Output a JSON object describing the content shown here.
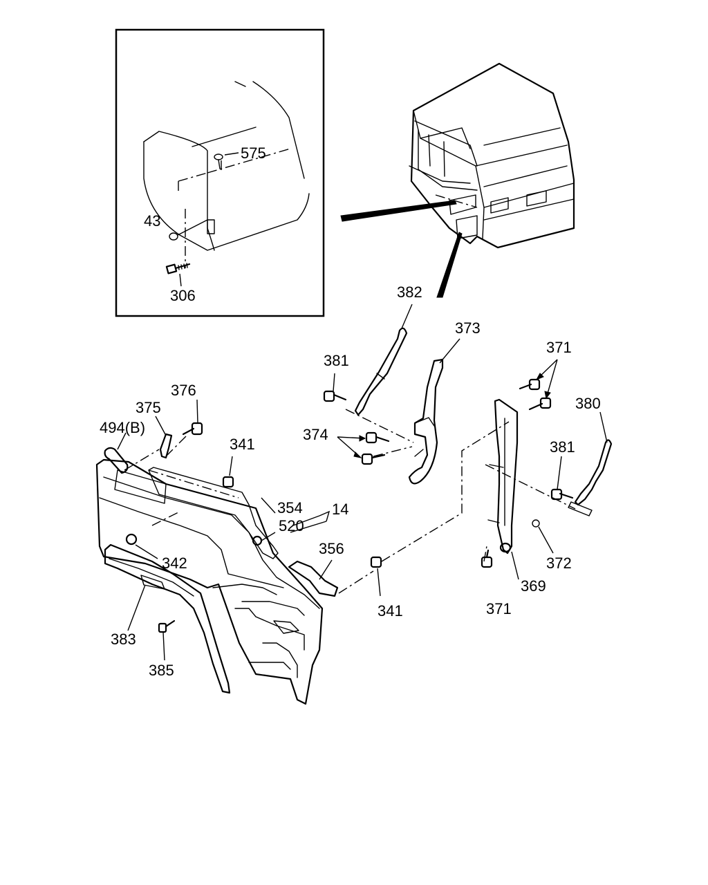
{
  "labels": {
    "l575": "575",
    "l43": "43",
    "l306": "306",
    "l382": "382",
    "l373": "373",
    "l381a": "381",
    "l371a": "371",
    "l380": "380",
    "l374": "374",
    "l376": "376",
    "l375": "375",
    "l494": "494(B)",
    "l341a": "341",
    "l381b": "381",
    "l354": "354",
    "l14": "14",
    "l520": "520",
    "l356": "356",
    "l342": "342",
    "l372": "372",
    "l369": "369",
    "l341b": "341",
    "l371b": "371",
    "l383": "383",
    "l385": "385"
  }
}
